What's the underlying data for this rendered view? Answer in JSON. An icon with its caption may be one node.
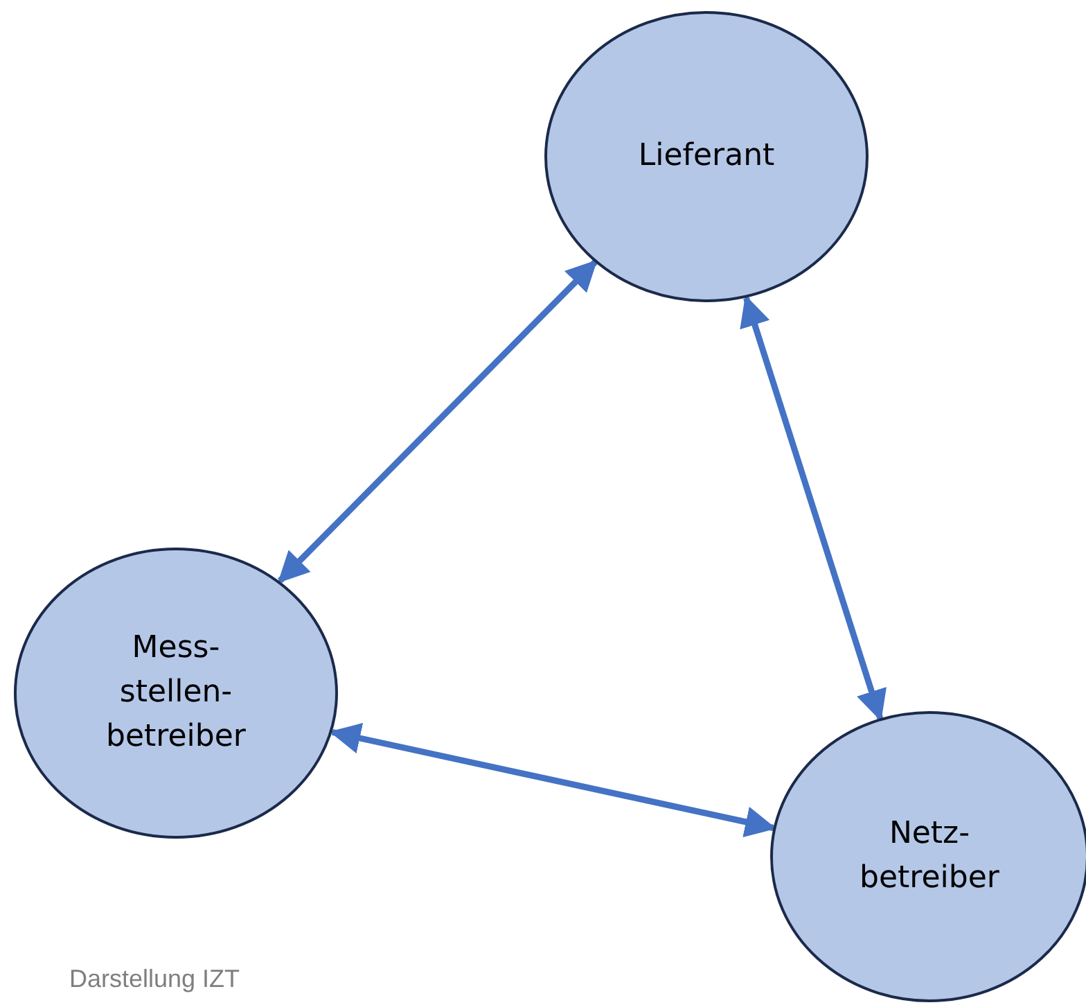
{
  "diagram": {
    "caption": "Darstellung IZT",
    "nodes": [
      {
        "text": [
          "Lieferant"
        ]
      },
      {
        "text": [
          "Mess- stellen- betreiber"
        ]
      },
      {
        "text": [
          "Netz- betreiber"
        ]
      }
    ],
    "edges": [
      {
        "from": 0,
        "to": 1,
        "arrow": "both"
      },
      {
        "from": 0,
        "to": 2,
        "arrow": "both"
      },
      {
        "from": 1,
        "to": 2,
        "arrow": "both"
      }
    ]
  }
}
